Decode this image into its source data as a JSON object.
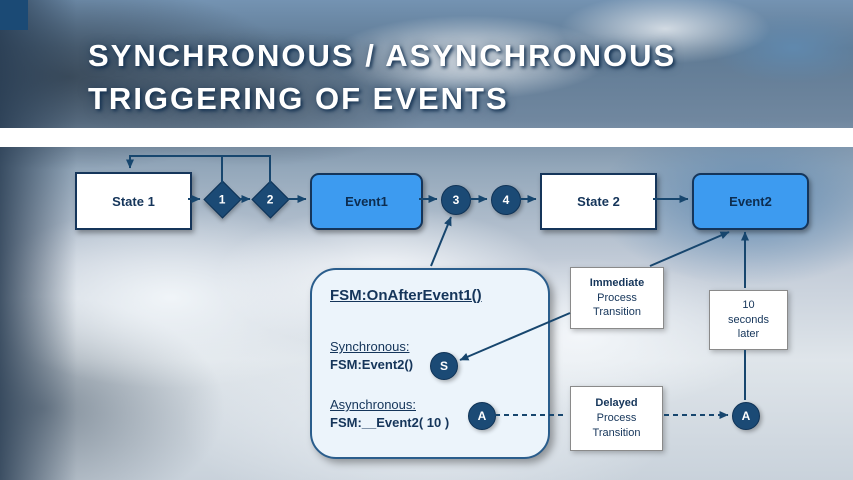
{
  "colors": {
    "navy": "#1b4a75",
    "event_blue": "#3d9bf0",
    "panel_bg": "#ecf4fb",
    "arrow": "#17466e"
  },
  "header": {
    "title_line1": "SYNCHRONOUS / ASYNCHRONOUS",
    "title_line2": "TRIGGERING OF EVENTS"
  },
  "flow": {
    "state1": "State 1",
    "marker1": "1",
    "marker2": "2",
    "event1": "Event1",
    "marker3": "3",
    "marker4": "4",
    "state2": "State 2",
    "event2": "Event2"
  },
  "panel": {
    "heading": "FSM:OnAfterEvent1()",
    "sync_label": "Synchronous:",
    "sync_code": "FSM:Event2()",
    "sync_badge": "S",
    "async_label": "Asynchronous:",
    "async_code": "FSM:__Event2( 10 )",
    "async_badge": "A"
  },
  "callouts": {
    "immediate": {
      "title": "Immediate",
      "line2": "Process",
      "line3": "Transition"
    },
    "delay": {
      "line1": "10",
      "line2": "seconds",
      "line3": "later"
    },
    "delayed": {
      "title": "Delayed",
      "line2": "Process",
      "line3": "Transition"
    },
    "async_target_badge": "A"
  }
}
